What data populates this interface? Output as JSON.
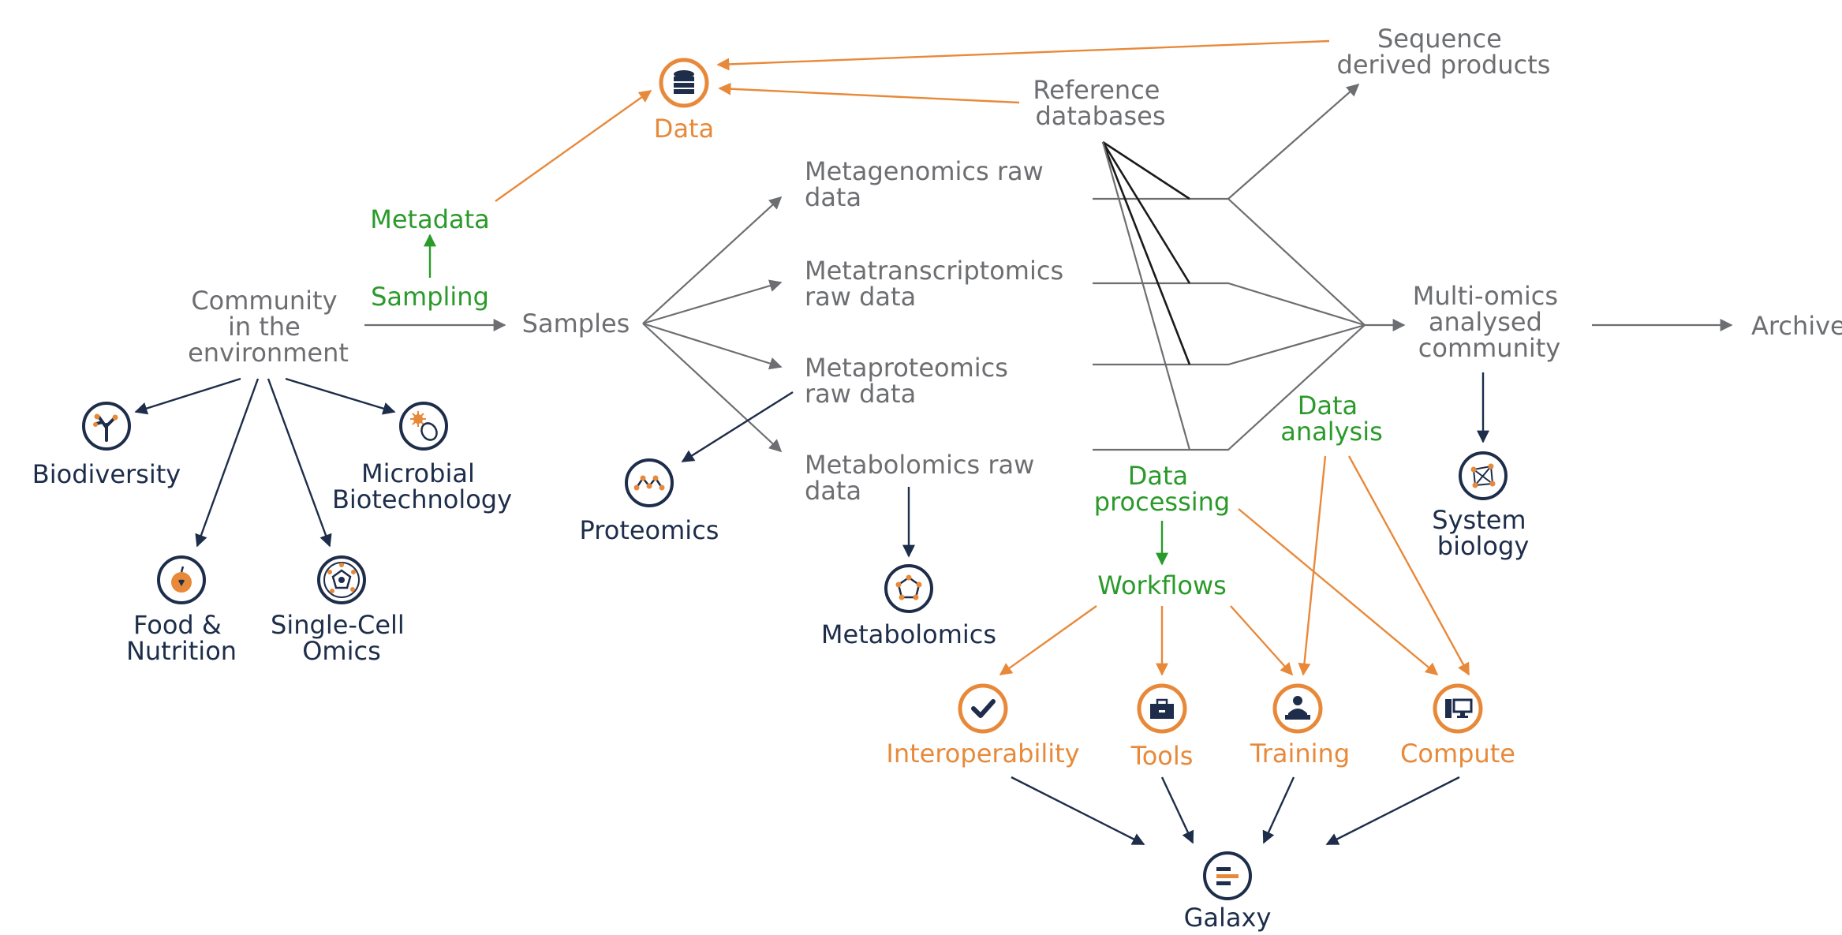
{
  "colors": {
    "grey": "#6d6e71",
    "green": "#2a9a2a",
    "orange": "#e8893a",
    "navy": "#1d2d4a"
  },
  "nodes": {
    "data": "Data",
    "sequence_products": [
      "Sequence",
      "derived products"
    ],
    "reference_databases": [
      "Reference",
      "databases"
    ],
    "metadata": "Metadata",
    "sampling": "Sampling",
    "community": [
      "Community",
      "in the",
      "environment"
    ],
    "samples": "Samples",
    "metagenomics_raw": [
      "Metagenomics raw",
      "data"
    ],
    "metatranscriptomics_raw": [
      "Metatranscriptomics",
      "raw data"
    ],
    "metaproteomics_raw": [
      "Metaproteomics",
      "raw data"
    ],
    "metabolomics_raw": [
      "Metabolomics raw",
      "data"
    ],
    "multi_omics": [
      "Multi-omics",
      "analysed",
      "community"
    ],
    "archive": "Archive",
    "data_analysis": [
      "Data",
      "analysis"
    ],
    "data_processing": [
      "Data",
      "processing"
    ],
    "workflows": "Workflows",
    "biodiversity": "Biodiversity",
    "microbial_biotech": [
      "Microbial",
      "Biotechnology"
    ],
    "food_nutrition": [
      "Food &",
      "Nutrition"
    ],
    "single_cell": [
      "Single-Cell",
      "Omics"
    ],
    "proteomics": "Proteomics",
    "metabolomics": "Metabolomics",
    "system_biology": [
      "System",
      "biology"
    ],
    "interoperability": "Interoperability",
    "tools": "Tools",
    "training": "Training",
    "compute": "Compute",
    "galaxy": "Galaxy"
  },
  "icons": [
    "database-icon",
    "tree-icon",
    "microbe-icon",
    "apple-icon",
    "cell-icon",
    "proteomics-icon",
    "metabolomics-icon",
    "network-icon",
    "checkmark-icon",
    "toolbox-icon",
    "trainer-icon",
    "computer-icon",
    "galaxy-icon"
  ]
}
